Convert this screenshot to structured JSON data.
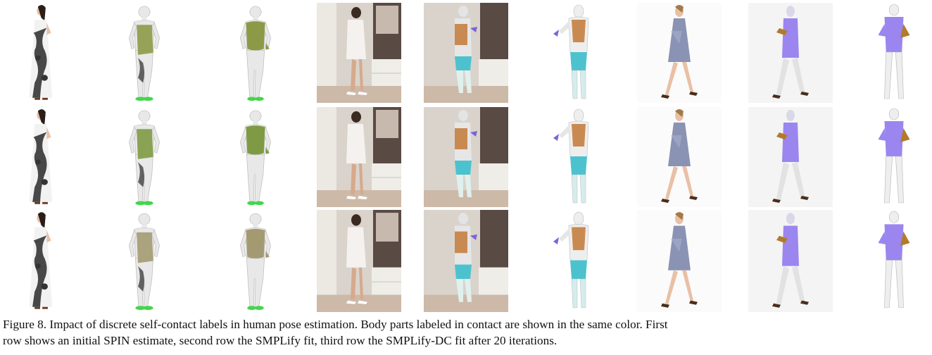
{
  "figure": {
    "rows": [
      {
        "cells": [
          "photo-dress",
          "mesh-side",
          "mesh-front",
          "photo-hallway",
          "mesh-overlay",
          "mesh-back",
          "photo-walking",
          "mesh-overlay-walking",
          "mesh-front-walking"
        ]
      },
      {
        "cells": [
          "photo-dress",
          "mesh-side",
          "mesh-front",
          "photo-hallway",
          "mesh-overlay",
          "mesh-back",
          "photo-walking",
          "mesh-overlay-walking",
          "mesh-front-walking"
        ]
      },
      {
        "cells": [
          "photo-dress",
          "mesh-side",
          "mesh-front",
          "photo-hallway",
          "mesh-overlay",
          "mesh-back",
          "photo-walking",
          "mesh-overlay-walking",
          "mesh-front-walking"
        ]
      }
    ],
    "colors": {
      "torso_row1": "#8c9a48",
      "torso_row2": "#7e9a44",
      "torso_row3": "#a49a72",
      "feet_green": "#43d64a",
      "back_orange": "#c98a52",
      "legs_cyan": "#4dc2cf",
      "arm_purple": "#7d63d8",
      "suit_purple": "#9b86ef",
      "hand_brown": "#b27a2c",
      "mesh_white": "#e8e8e8"
    }
  },
  "caption": {
    "line1": "Figure 8. Impact of discrete self-contact labels in human pose estimation. Body parts labeled in contact are shown in the same color. First",
    "line2": "row shows an initial SPIN estimate, second row the SMPLify fit, third row the SMPLify-DC fit after 20 iterations."
  }
}
